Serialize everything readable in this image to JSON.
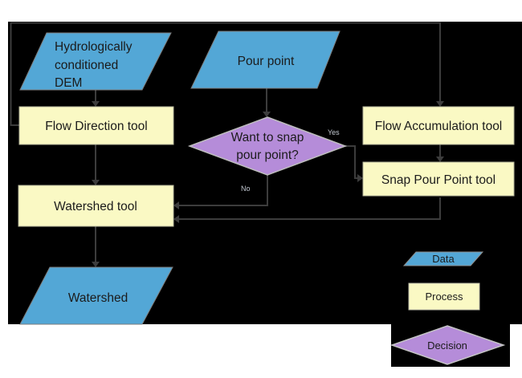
{
  "diagram": {
    "type": "flowchart",
    "nodes": {
      "dem": {
        "shape": "parallelogram",
        "role": "data",
        "lines": [
          "Hydrologically",
          "conditioned",
          "DEM"
        ]
      },
      "pour_point": {
        "shape": "parallelogram",
        "role": "data",
        "label": "Pour point"
      },
      "flow_direction": {
        "shape": "rectangle",
        "role": "process",
        "label": "Flow Direction tool"
      },
      "flow_accumulation": {
        "shape": "rectangle",
        "role": "process",
        "label": "Flow Accumulation tool"
      },
      "snap_decision": {
        "shape": "diamond",
        "role": "decision",
        "lines": [
          "Want to snap",
          "pour point?"
        ]
      },
      "snap_pour_point": {
        "shape": "rectangle",
        "role": "process",
        "label": "Snap Pour Point tool"
      },
      "watershed_tool": {
        "shape": "rectangle",
        "role": "process",
        "label": "Watershed tool"
      },
      "watershed": {
        "shape": "parallelogram",
        "role": "data",
        "label": "Watershed"
      }
    },
    "edge_labels": {
      "yes": "Yes",
      "no": "No"
    },
    "legend": {
      "data": "Data",
      "process": "Process",
      "decision": "Decision"
    },
    "colors": {
      "data_fill": "#53A7D6",
      "process_fill": "#FAF9C4",
      "decision_fill": "#B58CD9",
      "connector": "#3C3C3C",
      "canvas_background": "#000000"
    }
  }
}
